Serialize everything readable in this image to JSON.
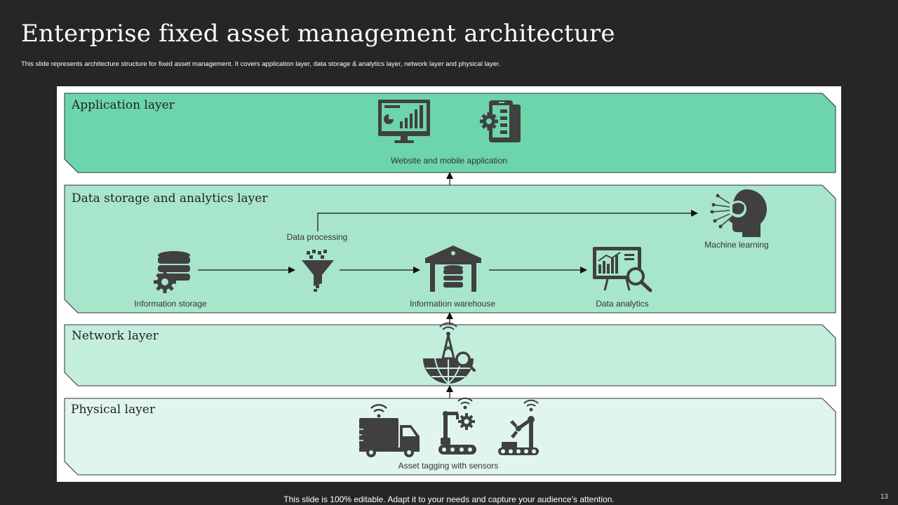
{
  "slide": {
    "title": "Enterprise fixed asset management architecture",
    "subtitle": "This slide represents architecture structure for fixed asset management. It covers application layer, data storage & analytics layer, network layer and physical layer.",
    "footer": "This slide is 100% editable. Adapt it to your needs and capture your audience’s attention.",
    "page_number": "13"
  },
  "layers": {
    "application": {
      "title": "Application layer",
      "color": "#6dd5ab",
      "caption": "Website and mobile application"
    },
    "data": {
      "title": "Data storage and analytics layer",
      "color": "#a8e6cc",
      "nodes": {
        "storage": "Information storage",
        "processing": "Data processing",
        "warehouse": "Information warehouse",
        "analytics": "Data analytics",
        "ml": "Machine learning"
      }
    },
    "network": {
      "title": "Network layer",
      "color": "#c4eedc"
    },
    "physical": {
      "title": "Physical layer",
      "color": "#e0f6ec",
      "caption": "Asset tagging with sensors"
    }
  },
  "icons": {
    "application": [
      "monitor-chart-icon",
      "mobile-gear-icon"
    ],
    "data": [
      "database-gear-icon",
      "funnel-icon",
      "warehouse-icon",
      "presentation-board-icon",
      "head-brain-icon"
    ],
    "network": [
      "satellite-globe-icon"
    ],
    "physical": [
      "delivery-truck-icon",
      "robot-arm-gear-icon",
      "robot-arm-conveyor-icon"
    ]
  },
  "colors": {
    "icon": "#404040",
    "background": "#262626",
    "border": "#333333"
  }
}
